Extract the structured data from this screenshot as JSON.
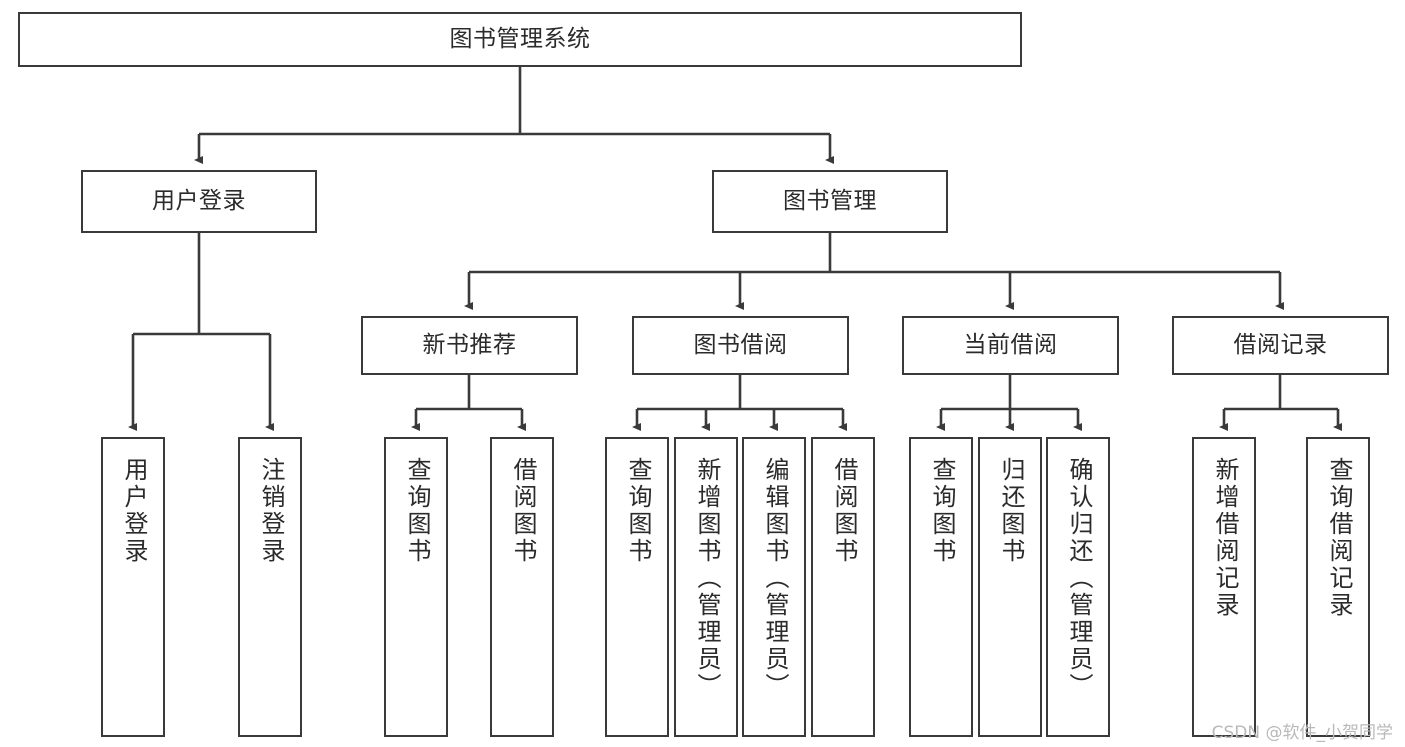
{
  "diagram": {
    "title": "图书管理系统",
    "type": "hierarchy-tree",
    "watermark": "CSDN @软件_小贺同学",
    "colors": {
      "background": "#ffffff",
      "box_border": "#3a3a3a",
      "box_fill": "#ffffff",
      "text": "#2b2b2b",
      "edge": "#3a3a3a",
      "watermark": "#b9b9b9"
    },
    "nodes": {
      "root": {
        "label": "图书管理系统",
        "level": 0
      },
      "l1": [
        {
          "id": "user-login",
          "label": "用户登录",
          "level": 1
        },
        {
          "id": "book-manage",
          "label": "图书管理",
          "level": 1
        }
      ],
      "l2": [
        {
          "id": "new-book-recommend",
          "label": "新书推荐",
          "level": 2,
          "parent": "book-manage"
        },
        {
          "id": "book-borrow",
          "label": "图书借阅",
          "level": 2,
          "parent": "book-manage"
        },
        {
          "id": "current-borrow",
          "label": "当前借阅",
          "level": 2,
          "parent": "book-manage"
        },
        {
          "id": "borrow-record",
          "label": "借阅记录",
          "level": 2,
          "parent": "book-manage"
        }
      ],
      "leaves": [
        {
          "id": "leaf-user-login",
          "label": "用户登录",
          "parent": "user-login"
        },
        {
          "id": "leaf-logout",
          "label": "注销登录",
          "parent": "user-login"
        },
        {
          "id": "leaf-query-book-1",
          "label": "查询图书",
          "parent": "new-book-recommend"
        },
        {
          "id": "leaf-borrow-book-1",
          "label": "借阅图书",
          "parent": "new-book-recommend"
        },
        {
          "id": "leaf-query-book-2",
          "label": "查询图书",
          "parent": "book-borrow"
        },
        {
          "id": "leaf-add-book",
          "label": "新增图书（管理员）",
          "parent": "book-borrow"
        },
        {
          "id": "leaf-edit-book",
          "label": "编辑图书（管理员）",
          "parent": "book-borrow"
        },
        {
          "id": "leaf-borrow-book-2",
          "label": "借阅图书",
          "parent": "book-borrow"
        },
        {
          "id": "leaf-query-book-3",
          "label": "查询图书",
          "parent": "current-borrow"
        },
        {
          "id": "leaf-return-book",
          "label": "归还图书",
          "parent": "current-borrow"
        },
        {
          "id": "leaf-confirm-return",
          "label": "确认归还（管理员）",
          "parent": "current-borrow"
        },
        {
          "id": "leaf-add-record",
          "label": "新增借阅记录",
          "parent": "borrow-record"
        },
        {
          "id": "leaf-query-record",
          "label": "查询借阅记录",
          "parent": "borrow-record"
        }
      ]
    }
  }
}
